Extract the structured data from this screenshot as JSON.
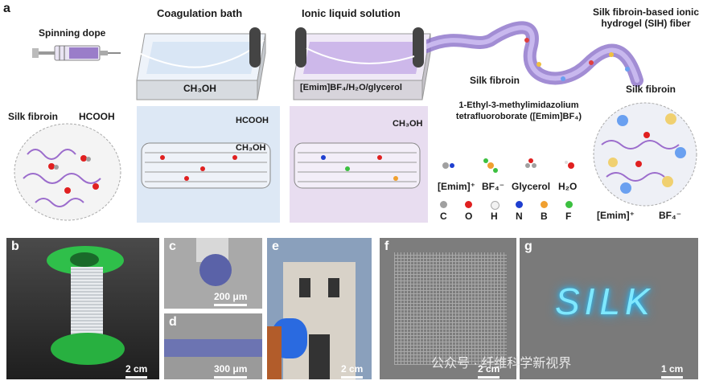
{
  "panel_a": {
    "letter": "a",
    "spinning_dope": "Spinning dope",
    "coagulation_bath": "Coagulation bath",
    "coag_solvent": "CH₃OH",
    "ionic_liquid_solution": "Ionic liquid solution",
    "ionic_solvent": "[Emim]BF₄/H₂O/glycerol",
    "sih_fiber": "Silk fibroin-based ionic hydrogel (SIH) fiber",
    "silk_fibroin_right": "Silk fibroin",
    "silk_fibroin_mid": "Silk fibroin",
    "emim_full": "1-Ethyl-3-methylimidazolium tetrafluoroborate ([Emim]BF₄)",
    "silk_fibroin_left": "Silk fibroin",
    "hcooh_left": "HCOOH",
    "hcooh_mid": "HCOOH",
    "ch3oh_mid": "CH₃OH",
    "ch3oh_right": "CH₃OH",
    "legend_molecules": [
      "[Emim]⁺",
      "BF₄⁻",
      "Glycerol",
      "H₂O"
    ],
    "legend_atoms": [
      {
        "label": "C",
        "color": "#a0a0a0"
      },
      {
        "label": "O",
        "color": "#e02020"
      },
      {
        "label": "H",
        "color": "#f2f2f2"
      },
      {
        "label": "N",
        "color": "#1f3fd0"
      },
      {
        "label": "B",
        "color": "#f0a030"
      },
      {
        "label": "F",
        "color": "#3cc040"
      }
    ],
    "emim_cation": "[Emim]⁺",
    "bf4_anion": "BF₄⁻"
  },
  "panel_b": {
    "letter": "b",
    "scale": "2 cm"
  },
  "panel_c": {
    "letter": "c",
    "scale": "200 μm"
  },
  "panel_d": {
    "letter": "d",
    "scale": "300 μm"
  },
  "panel_e": {
    "letter": "e",
    "scale": "2 cm"
  },
  "panel_f": {
    "letter": "f",
    "scale": "2 cm"
  },
  "panel_g": {
    "letter": "g",
    "scale": "1 cm",
    "glow_text": "SILK"
  },
  "watermark": "公众号 · 纤维科学新视界"
}
